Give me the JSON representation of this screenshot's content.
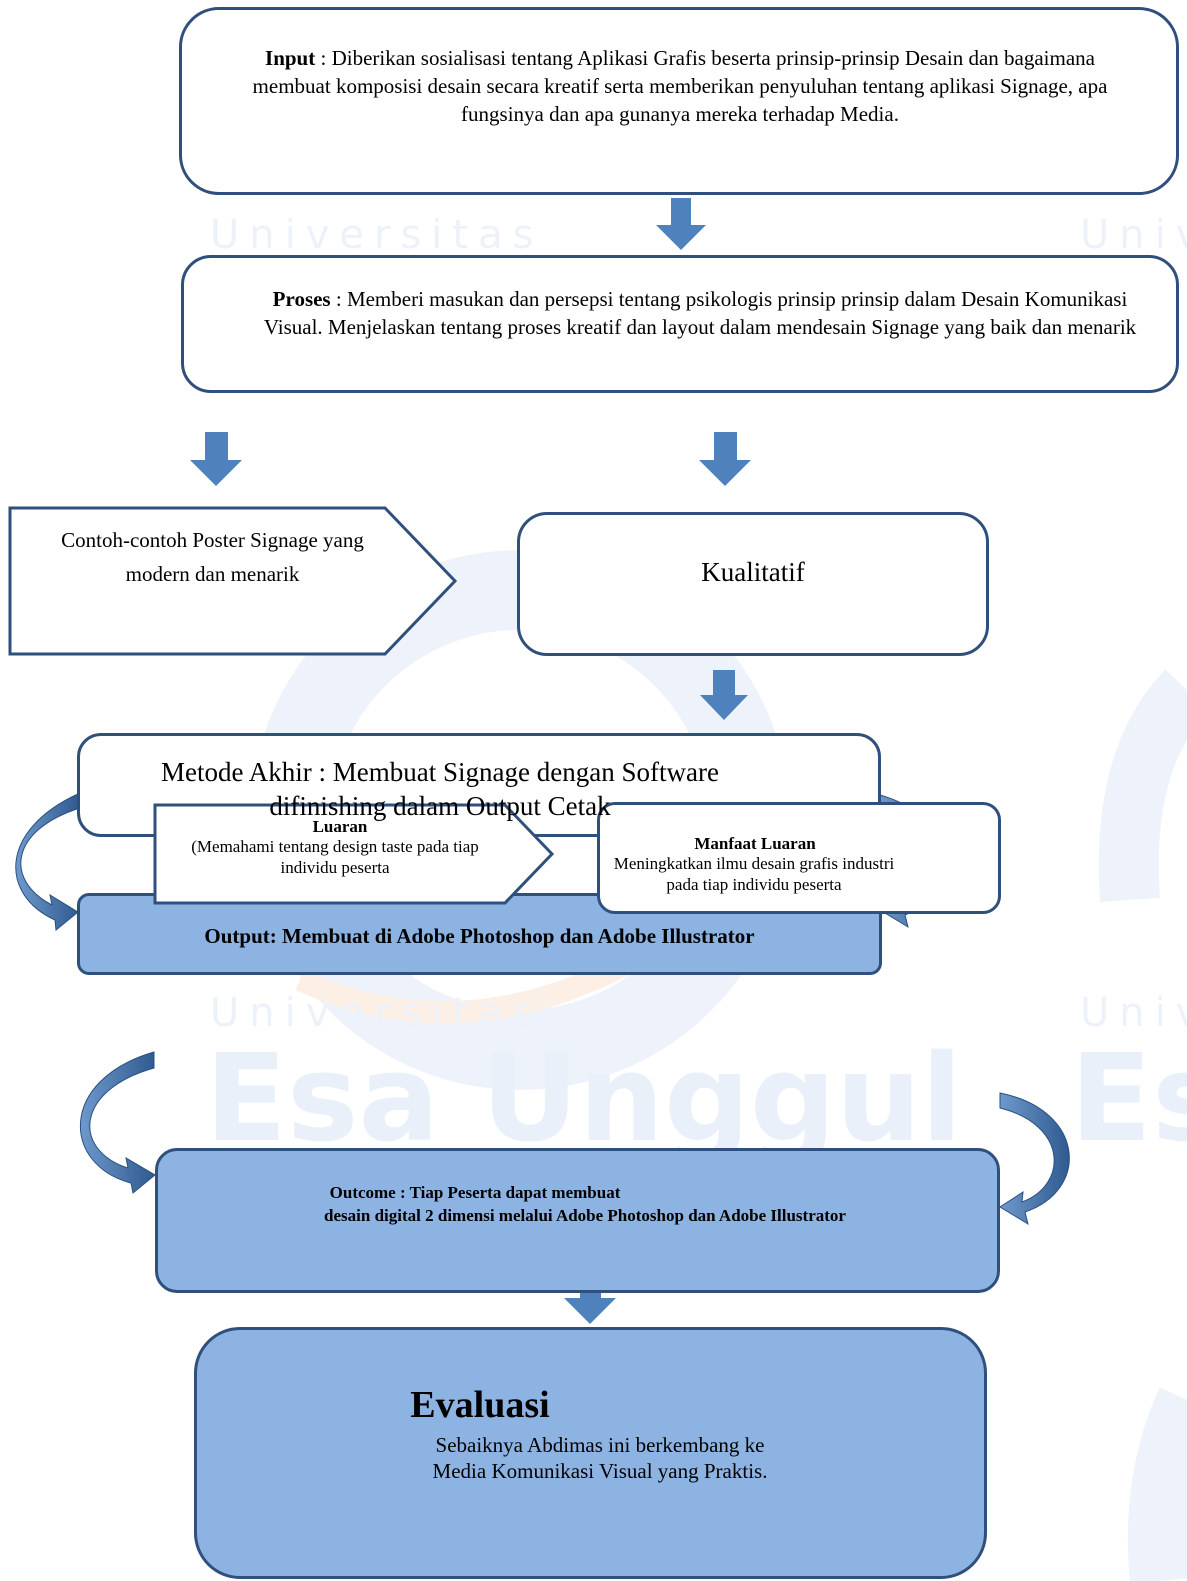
{
  "watermark": {
    "word_top_left": "Universitas",
    "word_top_right": "Univ",
    "word_mid_left": "Universitas",
    "word_mid_right": "Univ",
    "logo_text": "Esa Unggul",
    "logo_text_right": "Es"
  },
  "input_box": {
    "label": "Input",
    "text": " : Diberikan sosialisasi tentang Aplikasi Grafis beserta prinsip-prinsip Desain dan  bagaimana membuat komposisi desain secara kreatif serta memberikan penyuluhan tentang aplikasi Signage, apa fungsinya dan apa gunanya mereka terhadap Media."
  },
  "proses_box": {
    "label": "Proses",
    "text": " : Memberi masukan dan persepsi tentang psikologis prinsip prinsip dalam Desain Komunikasi Visual. Menjelaskan tentang proses kreatif dan layout dalam mendesain Signage yang baik dan menarik"
  },
  "contoh_box": {
    "text": "Contoh-contoh Poster Signage yang modern dan menarik"
  },
  "kualitatif_box": {
    "text": "Kualitatif"
  },
  "metode_box": {
    "text": "Metode Akhir : Membuat Signage dengan Software difinishing dalam Output Cetak"
  },
  "output_box": {
    "text": "Output: Membuat di Adobe Photoshop dan Adobe Illustrator"
  },
  "luaran_box": {
    "title": "Luaran",
    "text": "(Memahami tentang design taste pada tiap individu peserta"
  },
  "manfaat_box": {
    "title": "Manfaat Luaran",
    "text": "Meningkatkan ilmu desain grafis industri pada tiap individu peserta"
  },
  "outcome_box": {
    "line1": "Outcome : Tiap Peserta dapat membuat",
    "line2": "desain digital 2 dimensi melalui Adobe Photoshop dan Adobe Illustrator"
  },
  "evaluasi_box": {
    "title": "Evaluasi",
    "line1": "Sebaiknya Abdimas ini berkembang ke",
    "line2": "Media Komunikasi Visual yang Praktis."
  },
  "colors": {
    "border": "#2f4f7c",
    "arrow": "#4f81bd",
    "arrow_dark": "#3a6699",
    "box_blue": "#8db3e2",
    "watermark": "#edf2fa"
  }
}
